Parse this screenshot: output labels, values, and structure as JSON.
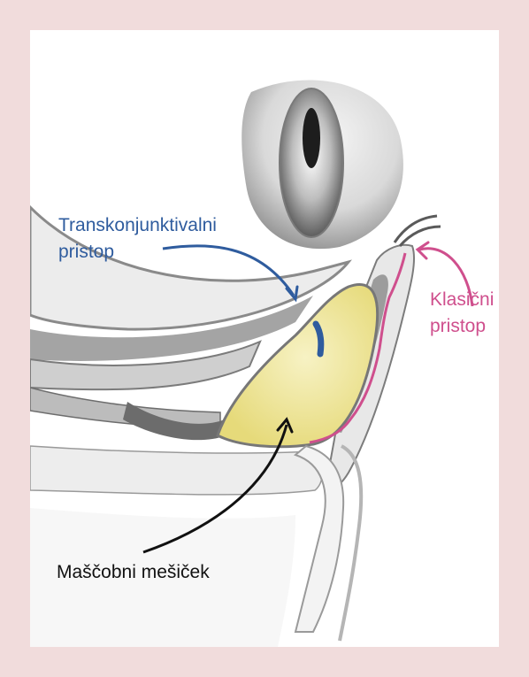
{
  "figure": {
    "colors": {
      "background": "#f1dcdc",
      "panel": "#ffffff",
      "transconjunctival": "#2f5c9e",
      "classic": "#cf4f8d",
      "fat": "#111111",
      "fat_pad_fill": "#eee59b"
    },
    "labels": {
      "transconjunctival": "Transkonjunktivalni\npristop",
      "classic": "Klasični\npristop",
      "fat_pad": "Maščobni mešiček"
    }
  }
}
